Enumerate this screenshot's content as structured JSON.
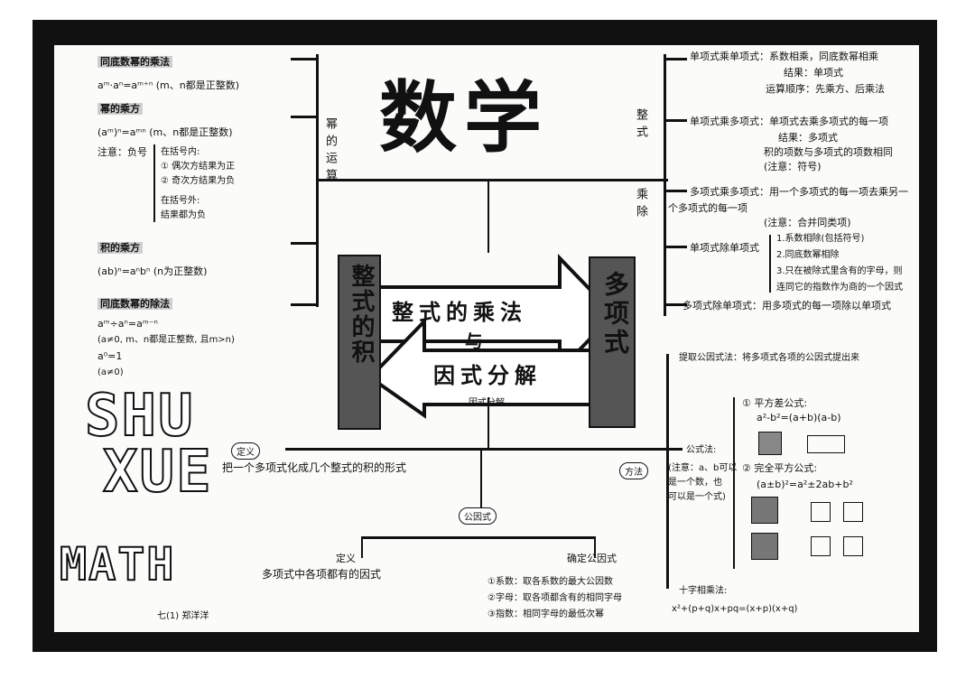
{
  "title": "数学",
  "center": {
    "left_box": "整式的积",
    "right_box": "多项式",
    "arrow_top": "整式的乘法",
    "arrow_mid": "与",
    "arrow_bottom": "因式分解"
  },
  "branches": {
    "left_vertical": "幂的运算",
    "right_vertical_1": "整式",
    "right_vertical_2": "乘除",
    "bottom_vertical": "因式分解"
  },
  "left_panel": {
    "h1": "同底数幂的乘法",
    "f1": "aᵐ·aⁿ=aᵐ⁺ⁿ (m、n都是正整数)",
    "h2": "幂的乘方",
    "f2": "(aᵐ)ⁿ=aᵐⁿ (m、n都是正整数)",
    "note_label": "注意：负号",
    "note1": "在括号内:",
    "note2": "① 偶次方结果为正",
    "note3": "② 奇次方结果为负",
    "note4": "在括号外:",
    "note5": "结果都为负",
    "h3": "积的乘方",
    "f3": "(ab)ⁿ=aⁿbⁿ (n为正整数)",
    "h4": "同底数幂的除法",
    "f4a": "aᵐ÷aⁿ=aᵐ⁻ⁿ",
    "f4b": "(a≠0, m、n都是正整数, 且m>n)",
    "f4c": "a⁰=1",
    "f4d": "(a≠0)",
    "deco1": "SHU",
    "deco2": "XUE",
    "deco3": "MATH",
    "author": "七(1) 郑洋洋"
  },
  "right_panel": {
    "r1": "单项式乘单项式：系数相乘，同底数幂相乘",
    "r1b": "结果：单项式",
    "r1c": "运算顺序：先乘方、后乘法",
    "r2": "单项式乘多项式：单项式去乘多项式的每一项",
    "r2b": "结果：多项式",
    "r2c": "积的项数与多项式的项数相同",
    "r2d": "(注意：符号)",
    "r3": "多项式乘多项式：用一个多项式的每一项去乘另一",
    "r3b": "个多项式的每一项",
    "r3c": "(注意：合并同类项)",
    "r4": "单项式除单项式",
    "r4a": "1.系数相除(包括符号)",
    "r4b": "2.同底数幂相除",
    "r4c": "3.只在被除式里含有的字母，则",
    "r4d": "连同它的指数作为商的一个因式",
    "r5": "多项式除单项式：用多项式的每一项除以单项式"
  },
  "bottom_panel": {
    "def_label": "定义",
    "def_text": "把一个多项式化成几个整式的积的形式",
    "method_label": "方法",
    "common_factor_label": "公因式",
    "def2_label": "定义",
    "def2_text": "多项式中各项都有的因式",
    "find_label": "确定公因式",
    "find1": "①系数：取各系数的最大公因数",
    "find2": "②字母：取各项都含有的相同字母",
    "find3": "③指数：相同字母的最低次幂",
    "extract": "提取公因式法：将多项式各项的公因式提出来",
    "formula_label": "公式法:",
    "formula_note1": "(注意：a、b可以",
    "formula_note2": "是一个数，也",
    "formula_note3": "可以是一个式)",
    "square_diff_title": "① 平方差公式:",
    "square_diff": "a²-b²=(a+b)(a-b)",
    "perfect_sq_title": "② 完全平方公式:",
    "perfect_sq": "(a±b)²=a²±2ab+b²",
    "cross_title": "十字相乘法:",
    "cross": "x²+(p+q)x+pq=(x+p)(x+q)"
  }
}
